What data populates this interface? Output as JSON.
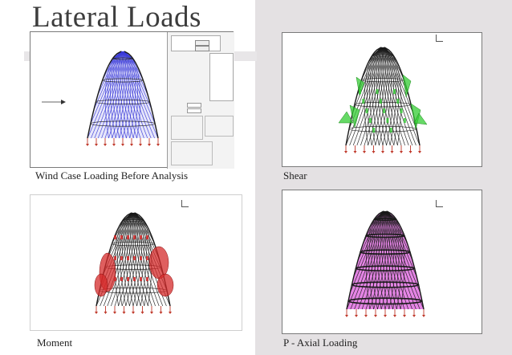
{
  "page": {
    "title": "Lateral Loads"
  },
  "panels": [
    {
      "id": "wind",
      "caption": "Wind Case Loading Before Analysis",
      "color": "#3a3ad8",
      "accent": "#6a6ae0"
    },
    {
      "id": "shear",
      "caption": "Shear",
      "color": "#22aa22",
      "accent": "#33cc33"
    },
    {
      "id": "moment",
      "caption": "Moment",
      "color": "#cc1a1a",
      "accent": "#d42a2a"
    },
    {
      "id": "axial",
      "caption": "P - Axial Loading",
      "color": "#d020d0",
      "accent": "#c818c8"
    }
  ],
  "colors": {
    "background": "#ffffff",
    "grey_panel": "#e4e1e3",
    "frame_dark": "#1a1a1a",
    "support_red": "#c0392b"
  },
  "icons": [
    "axis-triad-icon",
    "wind-arrow-icon"
  ]
}
